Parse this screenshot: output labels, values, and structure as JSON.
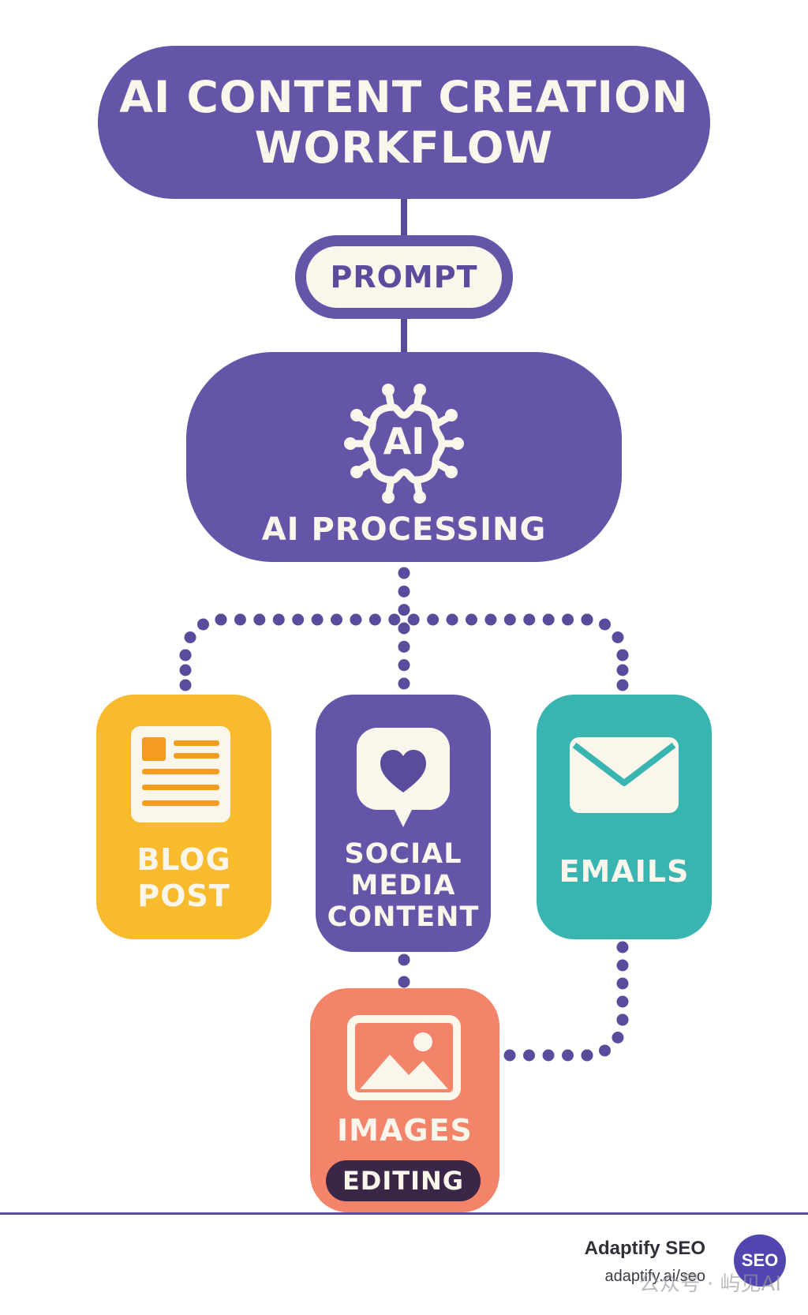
{
  "title": {
    "line1": "AI CONTENT CREATION",
    "line2": "WORKFLOW"
  },
  "prompt": {
    "label": "PROMPT"
  },
  "processing": {
    "label": "AI PROCESSING",
    "chip_text": "AI",
    "icon": "ai-chip-icon"
  },
  "outputs": {
    "blog": {
      "line1": "BLOG",
      "line2": "POST",
      "icon": "article-icon",
      "color": "#f9bb2e"
    },
    "social": {
      "line1": "SOCIAL",
      "line2": "MEDIA",
      "line3": "CONTENT",
      "icon": "heart-chat-icon",
      "color": "#6555a8"
    },
    "emails": {
      "label": "EMAILS",
      "icon": "envelope-icon",
      "color": "#38b4b1"
    },
    "images": {
      "label": "IMAGES",
      "badge": "EDITING",
      "icon": "image-icon",
      "color": "#f3846a"
    }
  },
  "brand": {
    "name": "Adaptify SEO",
    "url": "adaptify.ai/seo",
    "badge": "SEO",
    "watermark": "公众号 · 屿见AI"
  },
  "colors": {
    "primary": "#6555a8",
    "cream": "#fbf6ec",
    "connector": "#5b4b9c"
  }
}
